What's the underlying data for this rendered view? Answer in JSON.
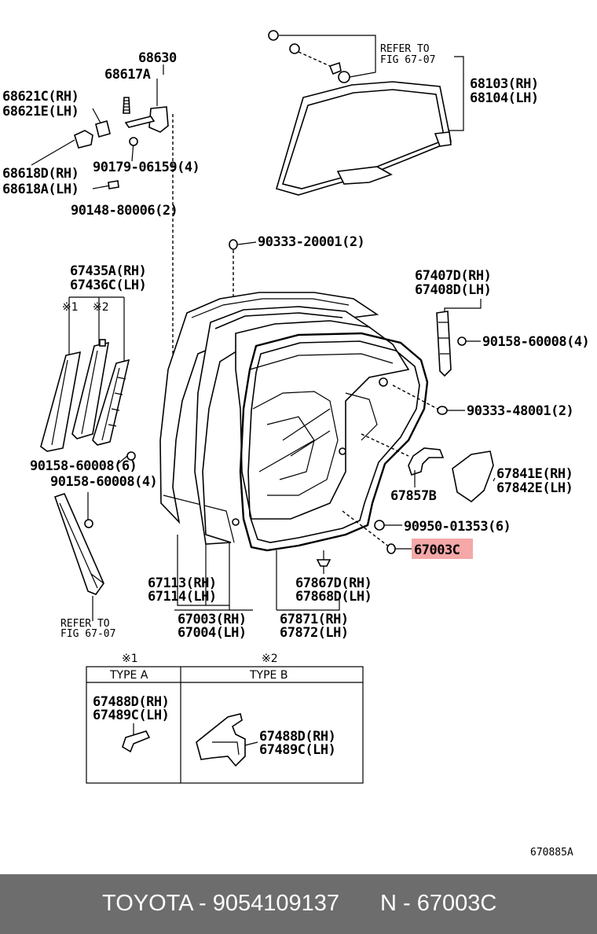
{
  "callouts": {
    "p68630": "68630",
    "p68617A": "68617A",
    "p68621C": "68621C(RH)",
    "p68621E": "68621E(LH)",
    "p68618D": "68618D(RH)",
    "p68618A": "68618A(LH)",
    "p90179": "90179-06159(4)",
    "p90148": "90148-80006(2)",
    "refer_top_1": "REFER TO",
    "refer_top_2": "FIG 67-07",
    "p68103": "68103(RH)",
    "p68104": "68104(LH)",
    "p90333a": "90333-20001(2)",
    "p67435A": "67435A(RH)",
    "p67436C": "67436C(LH)",
    "mark1": "※1",
    "mark2": "※2",
    "p67407D": "67407D(RH)",
    "p67408D": "67408D(LH)",
    "p90158c": "90158-60008(4)",
    "p90333b": "90333-48001(2)",
    "p90158a": "90158-60008(6)",
    "p90158b": "90158-60008(4)",
    "p67841E": "67841E(RH)",
    "p67842E": "67842E(LH)",
    "p67857B": "67857B",
    "p90950": "90950-01353(6)",
    "p67003C": "67003C",
    "p67113": "67113(RH)",
    "p67114": "67114(LH)",
    "p67867D": "67867D(RH)",
    "p67868D": "67868D(LH)",
    "refer_bot_1": "REFER TO",
    "refer_bot_2": "FIG 67-07",
    "p67003": "67003(RH)",
    "p67004": "67004(LH)",
    "p67871": "67871(RH)",
    "p67872": "67872(LH)"
  },
  "legend": {
    "mark1": "※1",
    "mark2": "※2",
    "type_a": "TYPE A",
    "type_b": "TYPE B",
    "a_part_rh": "67488D(RH)",
    "a_part_lh": "67489C(LH)",
    "b_part_rh": "67488D(RH)",
    "b_part_lh": "67489C(LH)"
  },
  "diagram_code": "670885A",
  "highlight": {
    "part": "67003C",
    "color": "#f4a8a8"
  },
  "footer": {
    "left": "TOYOTA - 9054109137",
    "right": "N - 67003C",
    "background": "#6d6d6d",
    "text_color": "#ffffff"
  }
}
